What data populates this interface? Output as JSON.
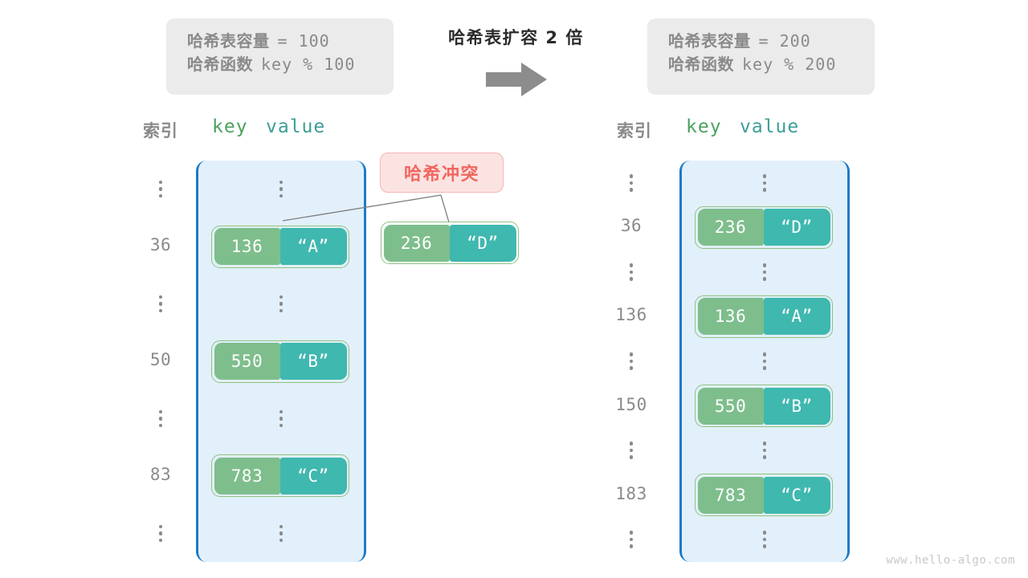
{
  "watermark": "www.hello-algo.com",
  "transform": {
    "caption": "哈希表扩容 2 倍",
    "arrow_icon": "right-arrow-icon",
    "arrow_color": "#8c8c8c"
  },
  "info_left": {
    "capacity_label": "哈希表容量",
    "capacity_expr": "= 100",
    "function_label": "哈希函数",
    "function_expr": "key % 100"
  },
  "info_right": {
    "capacity_label": "哈希表容量",
    "capacity_expr": "= 200",
    "function_label": "哈希函数",
    "function_expr": "key % 200"
  },
  "collision_badge": {
    "label": "哈希冲突",
    "text_color": "#f0675f",
    "fill_color": "#fbe3e2",
    "border_color": "#f6b5b0"
  },
  "floating_pair": {
    "key": "236",
    "value": "“D”"
  },
  "colors": {
    "key_cell": "#7ebe8c",
    "value_cell": "#3fb8af",
    "bucket_fill": "#e2f0fb",
    "bucket_border": "#1e7bc4",
    "pair_border": "#8ec27f",
    "index_text": "#8a8a8a",
    "info_box_fill": "#ebebeb"
  },
  "left_table": {
    "headers": {
      "index": "索引",
      "key": "key",
      "value": "value"
    },
    "rows": [
      {
        "kind": "ellipsis",
        "index": "⋮"
      },
      {
        "kind": "entry",
        "index": "36",
        "key": "136",
        "value": "“A”"
      },
      {
        "kind": "ellipsis",
        "index": "⋮"
      },
      {
        "kind": "entry",
        "index": "50",
        "key": "550",
        "value": "“B”"
      },
      {
        "kind": "ellipsis",
        "index": "⋮"
      },
      {
        "kind": "entry",
        "index": "83",
        "key": "783",
        "value": "“C”"
      },
      {
        "kind": "ellipsis",
        "index": "⋮"
      }
    ]
  },
  "right_table": {
    "headers": {
      "index": "索引",
      "key": "key",
      "value": "value"
    },
    "rows": [
      {
        "kind": "ellipsis",
        "index": "⋮"
      },
      {
        "kind": "entry",
        "index": "36",
        "key": "236",
        "value": "“D”"
      },
      {
        "kind": "ellipsis",
        "index": "⋮"
      },
      {
        "kind": "entry",
        "index": "136",
        "key": "136",
        "value": "“A”"
      },
      {
        "kind": "ellipsis",
        "index": "⋮"
      },
      {
        "kind": "entry",
        "index": "150",
        "key": "550",
        "value": "“B”"
      },
      {
        "kind": "ellipsis",
        "index": "⋮"
      },
      {
        "kind": "entry",
        "index": "183",
        "key": "783",
        "value": "“C”"
      },
      {
        "kind": "ellipsis",
        "index": "⋮"
      }
    ]
  }
}
